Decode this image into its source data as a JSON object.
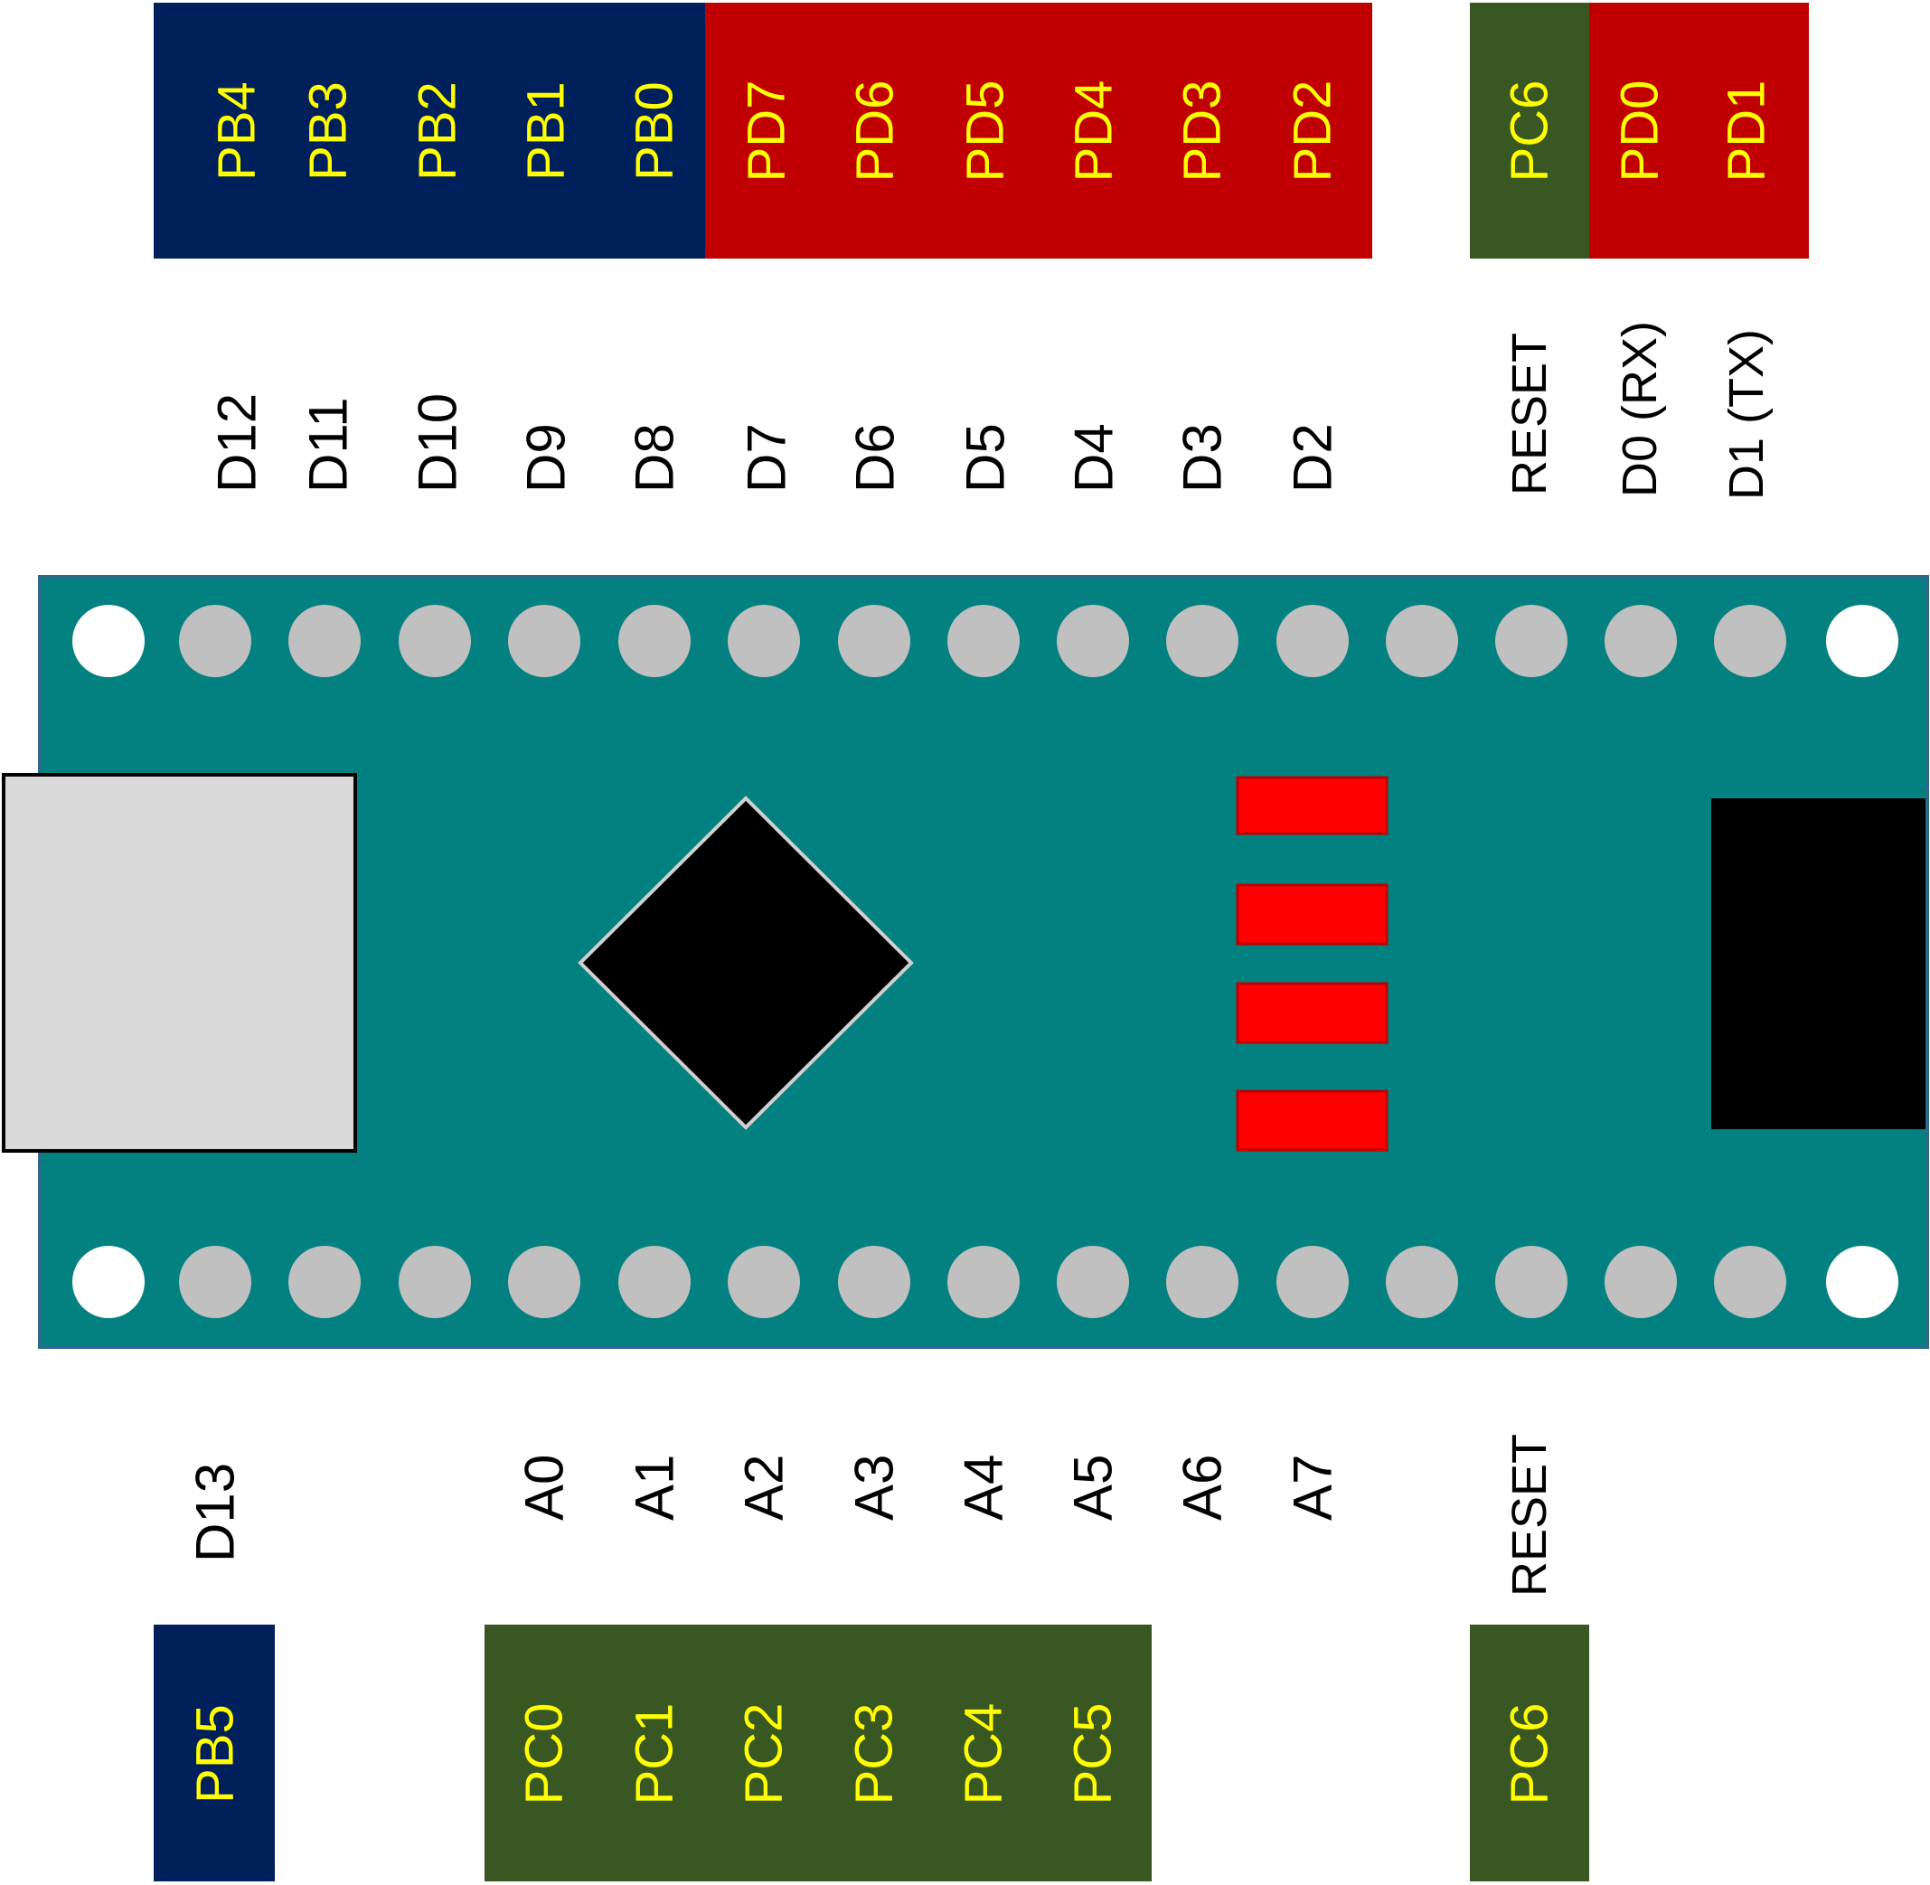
{
  "colors": {
    "port_b": "#00205b",
    "port_d": "#c00000",
    "port_c": "#385723",
    "port_text": "#ffff00",
    "label_text": "#000000",
    "board": "#038080",
    "board_edge": "#2c6a8c",
    "pin_hole": "#c0c0c0",
    "mount_hole": "#ffffff",
    "usb": "#d9d9d9",
    "chip": "#000000",
    "led": "#ff0000"
  },
  "top_ports": [
    "PB4",
    "PB3",
    "PB2",
    "PB1",
    "PB0",
    "PD7",
    "PD6",
    "PD5",
    "PD4",
    "PD3",
    "PD2",
    "PC6",
    "PD0",
    "PD1"
  ],
  "top_labels": [
    "D12",
    "D11",
    "D10",
    "D9",
    "D8",
    "D7",
    "D6",
    "D5",
    "D4",
    "D3",
    "D2",
    "RESET",
    "D0 (RX)",
    "D1 (TX)"
  ],
  "bottom_labels": [
    "D13",
    "A0",
    "A1",
    "A2",
    "A3",
    "A4",
    "A5",
    "A6",
    "A7",
    "RESET"
  ],
  "bottom_ports": [
    "PB5",
    "PC0",
    "PC1",
    "PC2",
    "PC3",
    "PC4",
    "PC5",
    "PC6"
  ],
  "board": {
    "components": [
      "usb-connector",
      "microcontroller-chip",
      "led",
      "led",
      "led",
      "led",
      "reset-button"
    ]
  }
}
